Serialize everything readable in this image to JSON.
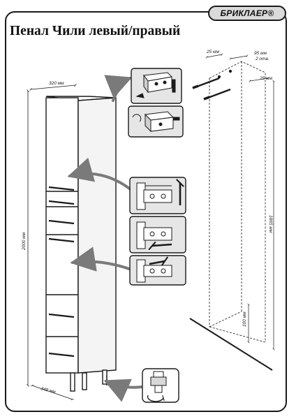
{
  "brand": {
    "name": "БРИКЛАЕР®"
  },
  "header": {
    "title": "Пенал Чили левый/правый"
  },
  "dimensions": {
    "cabinet_width": "320 мм",
    "cabinet_height": "2000 мм",
    "base_depth": "348 мм",
    "wall_offset_left": "25 мм",
    "wall_offset_right": "25 мм",
    "hole_spacing": "95 мм",
    "hole_count": "2 отв.",
    "mount_height": "1865 мм",
    "floor_gap": "100 мм"
  },
  "colors": {
    "line": "#1a1a1a",
    "arrow": "#7a7a7a",
    "panel_fill": "#e6e6e6",
    "badge_fill": "#dadada"
  },
  "icons": [
    "mounting-bracket-icon",
    "screw-icon",
    "hinge-icon",
    "arrow-up-icon",
    "arrow-left-icon",
    "arrow-right-icon",
    "adjustable-foot-icon",
    "rotate-arrow-icon"
  ]
}
